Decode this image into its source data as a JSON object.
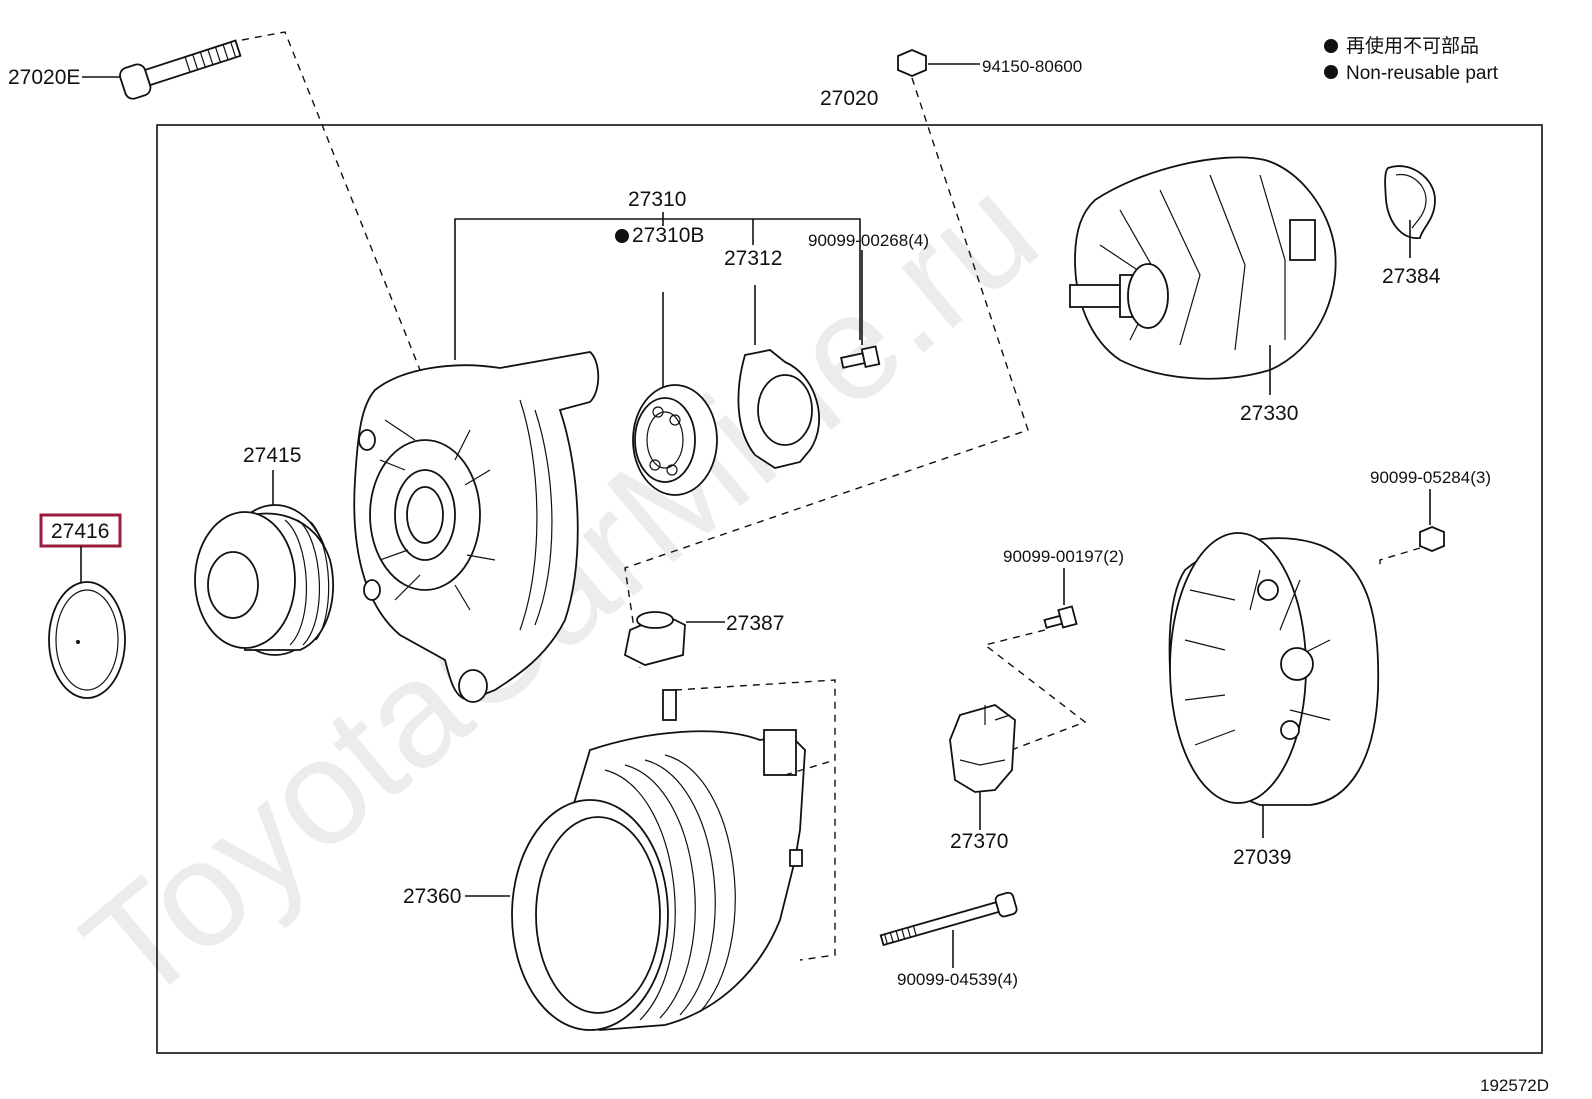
{
  "watermark": "ToyotaCarMine.ru",
  "legend": {
    "jp": "再使用不可部品",
    "en": "Non-reusable part"
  },
  "diagram_id": "192572D",
  "parts": {
    "p27020E": "27020E",
    "p27020": "27020",
    "p94150": "94150-80600",
    "p27310": "27310",
    "p27310B": "27310B",
    "p27312": "27312",
    "p90099_00268": "90099-00268(4)",
    "p27384": "27384",
    "p27330": "27330",
    "p27415": "27415",
    "p27416": "27416",
    "p27387": "27387",
    "p90099_05284": "90099-05284(3)",
    "p90099_00197": "90099-00197(2)",
    "p27370": "27370",
    "p27039": "27039",
    "p27360": "27360",
    "p90099_04539": "90099-04539(4)"
  },
  "highlight": {
    "part": "27416",
    "color": "#9b1b3a"
  }
}
